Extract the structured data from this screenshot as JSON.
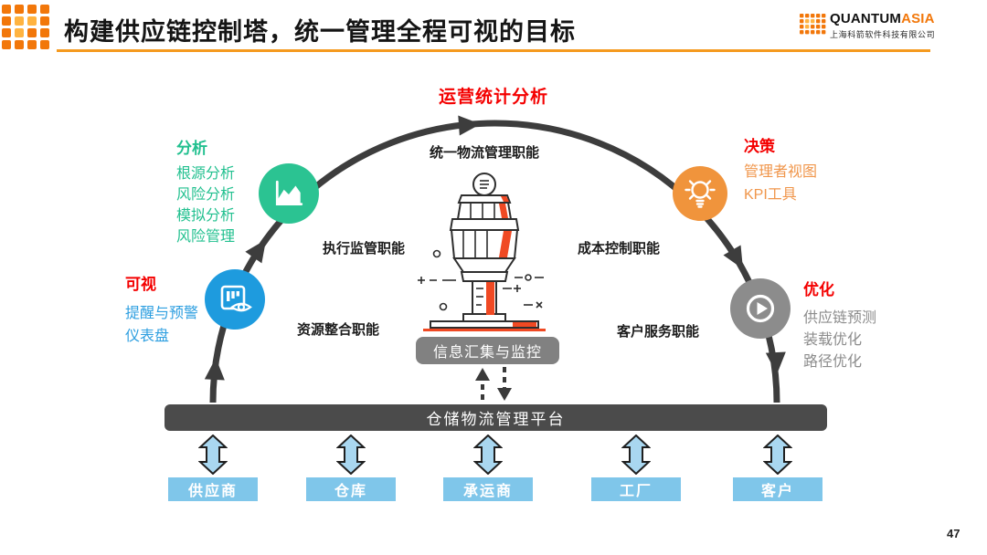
{
  "page": {
    "title": "构建供应链控制塔，统一管理全程可视的目标",
    "page_number": "47"
  },
  "brand": {
    "name_black": "QUANTUM",
    "name_orange": "ASIA",
    "company": "上海科箭软件科技有限公司"
  },
  "diagram": {
    "arc_top_label": "运营统计分析",
    "tower_top_label": "统一物流管理职能",
    "function_labels": {
      "execution": "执行监管职能",
      "cost": "成本控制职能",
      "resource": "资源整合职能",
      "customer_service": "客户服务职能"
    },
    "sections": {
      "analysis": {
        "title": "分析",
        "items": [
          "根源分析",
          "风险分析",
          "模拟分析",
          "风险管理"
        ]
      },
      "visualization": {
        "title": "可视",
        "items": [
          "提醒与预警",
          "仪表盘"
        ]
      },
      "decision": {
        "title": "决策",
        "items": [
          "管理者视图",
          "KPI工具"
        ]
      },
      "optimization": {
        "title": "优化",
        "items": [
          "供应链预测",
          "装载优化",
          "路径优化"
        ]
      }
    },
    "icons": {
      "analysis": "area-chart-icon",
      "visualization": "dashboard-eye-icon",
      "decision": "lightbulb-icon",
      "optimization": "play-icon",
      "center": "control-tower-illustration"
    },
    "info_box_label": "信息汇集与监控",
    "platform_label": "仓储物流管理平台",
    "partners": [
      "供应商",
      "仓库",
      "承运商",
      "工厂",
      "客户"
    ]
  },
  "colors": {
    "accent_orange": "#F59A1E",
    "logo_orange": "#F2770A",
    "red": "#F40000",
    "green": "#2BC392",
    "blue": "#1E9BDE",
    "node_orange": "#F0943C",
    "node_gray": "#8C8C8C",
    "arc_dark": "#3D3D3D",
    "platform_dark": "#4B4B4B",
    "info_gray": "#818181",
    "partner_blue": "#7FC6EA",
    "tower_accent": "#F04923"
  }
}
